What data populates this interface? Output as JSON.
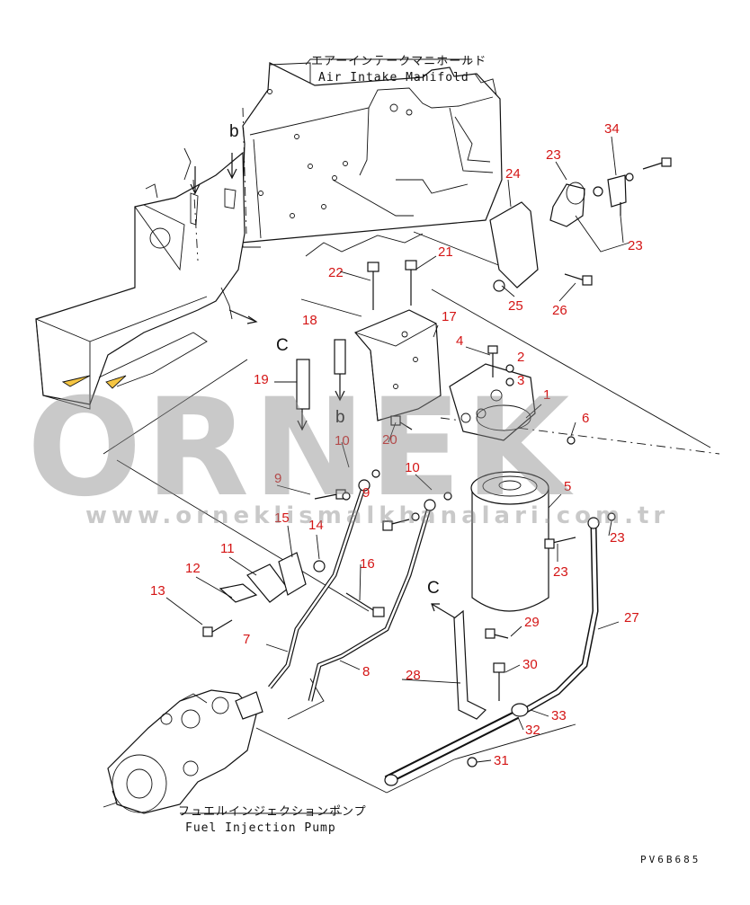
{
  "labels": {
    "manifold_jp": "エアーインテークマニホールド",
    "manifold_en": "Air Intake Manifold",
    "pump_jp": "フュエルインジェクションポンプ",
    "pump_en": "Fuel Injection Pump"
  },
  "drawing_code": "PV6B685",
  "watermark": {
    "brand": "ORNEK",
    "url": "www.orneklismalkhanalari.com.tr"
  },
  "view_markers": {
    "b": "b",
    "c": "C"
  },
  "callouts": [
    "1",
    "2",
    "3",
    "4",
    "5",
    "6",
    "7",
    "8",
    "9",
    "10",
    "11",
    "12",
    "13",
    "14",
    "15",
    "16",
    "17",
    "18",
    "19",
    "20",
    "21",
    "22",
    "23",
    "24",
    "25",
    "26",
    "27",
    "28",
    "29",
    "30",
    "31",
    "32",
    "33",
    "34"
  ],
  "colors": {
    "callout": "#d41515",
    "line": "#111111",
    "watermark": "#8a8a8a"
  }
}
